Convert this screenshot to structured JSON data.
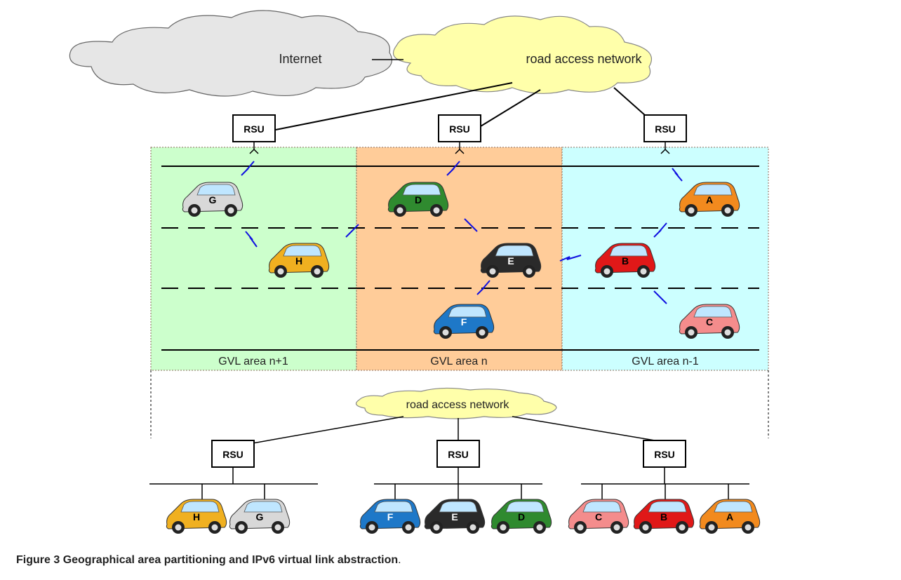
{
  "clouds": {
    "internet": "Internet",
    "road_access_top": "road access network",
    "road_access_bottom": "road access network"
  },
  "rsu_label": "RSU",
  "areas": [
    {
      "label": "GVL area n+1",
      "color": "#ccffcc"
    },
    {
      "label": "GVL area n",
      "color": "#ffcc99"
    },
    {
      "label": "GVL area n-1",
      "color": "#ccffff"
    }
  ],
  "cars": {
    "A": {
      "label": "A",
      "color": "#f28a1e"
    },
    "B": {
      "label": "B",
      "color": "#e01818"
    },
    "C": {
      "label": "C",
      "color": "#f48c8c"
    },
    "D": {
      "label": "D",
      "color": "#2f8a2f"
    },
    "E": {
      "label": "E",
      "color": "#2a2a2a"
    },
    "F": {
      "label": "F",
      "color": "#1e78c8"
    },
    "G": {
      "label": "G",
      "color": "#d8d8d8"
    },
    "H": {
      "label": "H",
      "color": "#f0b020"
    }
  },
  "caption": {
    "figure": "Figure 3",
    "text": "Geographical area partitioning and IPv6 virtual link abstraction",
    "period": "."
  },
  "colors": {
    "cloud_internet": "#e6e6e6",
    "cloud_road": "#ffffaa",
    "wireless": "#1010e0"
  }
}
